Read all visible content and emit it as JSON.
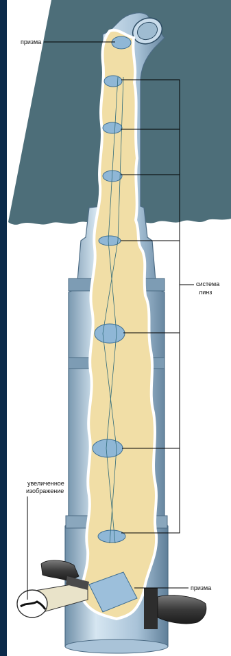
{
  "labels": {
    "prism_top": "призма",
    "lens_system_line1": "система",
    "lens_system_line2": "линз",
    "magnified_line1": "увеличенное",
    "magnified_line2": "изображение",
    "prism_bottom": "призма"
  },
  "colors": {
    "background": "#0b2a4a",
    "page": "#ffffff",
    "sea": "#4d6e79",
    "tube": "#b8cfe0",
    "interior": "#f1dea6",
    "lens": "#8fb7d6",
    "line": "#000000"
  }
}
